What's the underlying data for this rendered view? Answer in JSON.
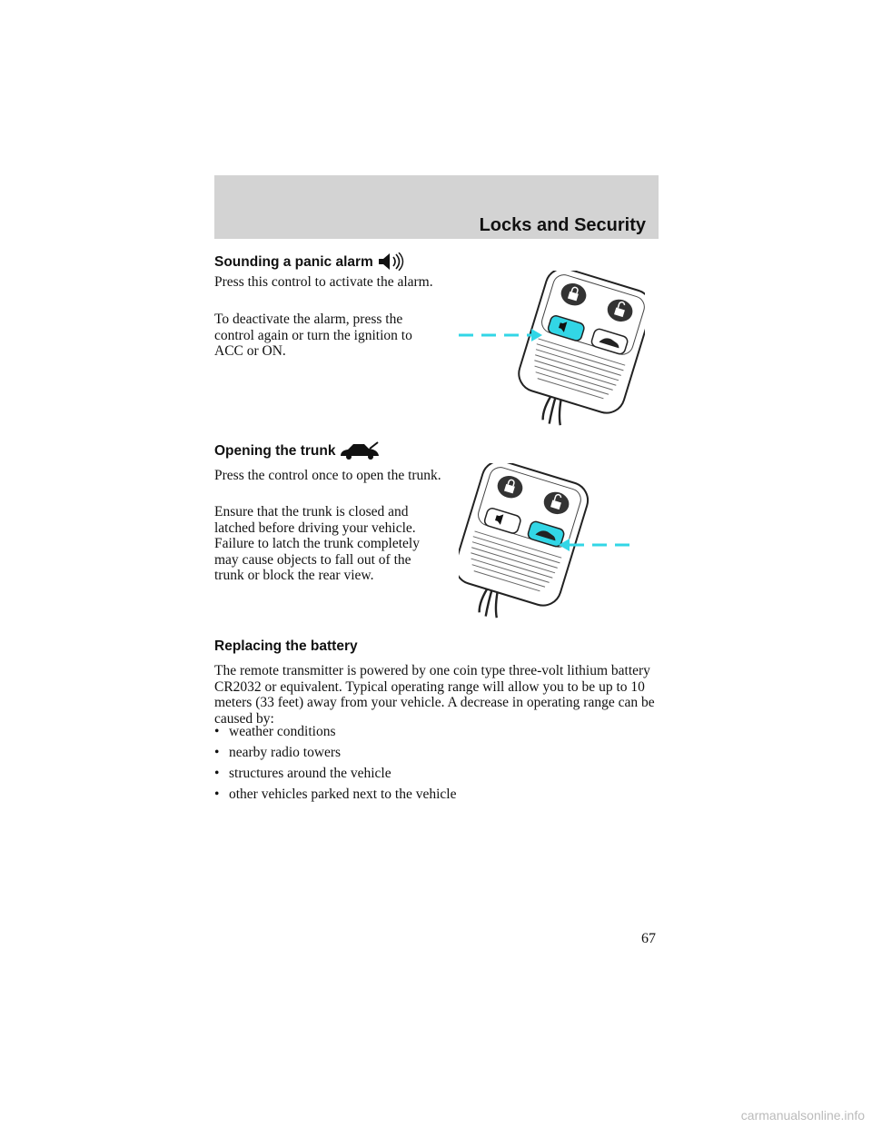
{
  "header": {
    "title": "Locks and Security"
  },
  "sections": {
    "panic": {
      "heading": "Sounding a panic alarm",
      "p1": "Press this control to activate the alarm.",
      "p2": "To deactivate the alarm, press the control again or turn the ignition to ACC or ON."
    },
    "trunk": {
      "heading": "Opening the trunk",
      "p1": "Press the control once to open the trunk.",
      "p2": "Ensure that the trunk is closed and latched before driving your vehicle. Failure to latch the trunk completely may cause objects to fall out of the trunk or block the rear view."
    },
    "battery": {
      "heading": "Replacing the battery",
      "p1": "The remote transmitter is powered by one coin type three-volt lithium battery CR2032 or equivalent. Typical operating range will allow you to be up to 10 meters (33 feet) away from your vehicle. A decrease in operating range can be caused by:",
      "bullets": [
        "weather conditions",
        "nearby radio towers",
        "structures around the vehicle",
        "other vehicles parked next to the vehicle"
      ]
    }
  },
  "page_number": "67",
  "footer": {
    "watermark": "carmanualsonline.info"
  },
  "icons": {
    "panic": "speaker-icon",
    "trunk": "car-trunk-icon",
    "bullet": "•"
  },
  "colors": {
    "header_bg": "#d3d3d3",
    "highlight": "#32d6e6",
    "watermark": "#bbbbbb"
  }
}
